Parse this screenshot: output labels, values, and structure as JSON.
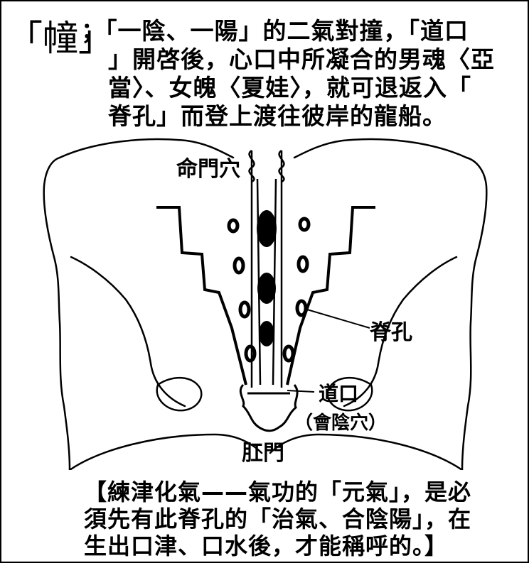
{
  "caption_top": {
    "keyword": "「幢」",
    "lines": [
      "；「一陰、一陽」的二氣對撞，「道口",
      "」開啓後，心口中所凝合的男魂〈亞",
      "當〉、女魄〈夏娃〉，就可退返入「",
      "脊孔」而登上渡往彼岸的龍船。"
    ]
  },
  "labels": {
    "mingmen": "命門穴",
    "jikong": "脊孔",
    "daokou": "道口",
    "huiyin": "（會陰穴）",
    "ganmen": "肛門"
  },
  "caption_bottom": {
    "lines": [
      "【練津化氣——氣功的「元氣」，是必",
      "須先有此脊孔的「治氣、合陰陽」，在",
      "生出口津、口水後，才能稱呼的。】"
    ]
  }
}
